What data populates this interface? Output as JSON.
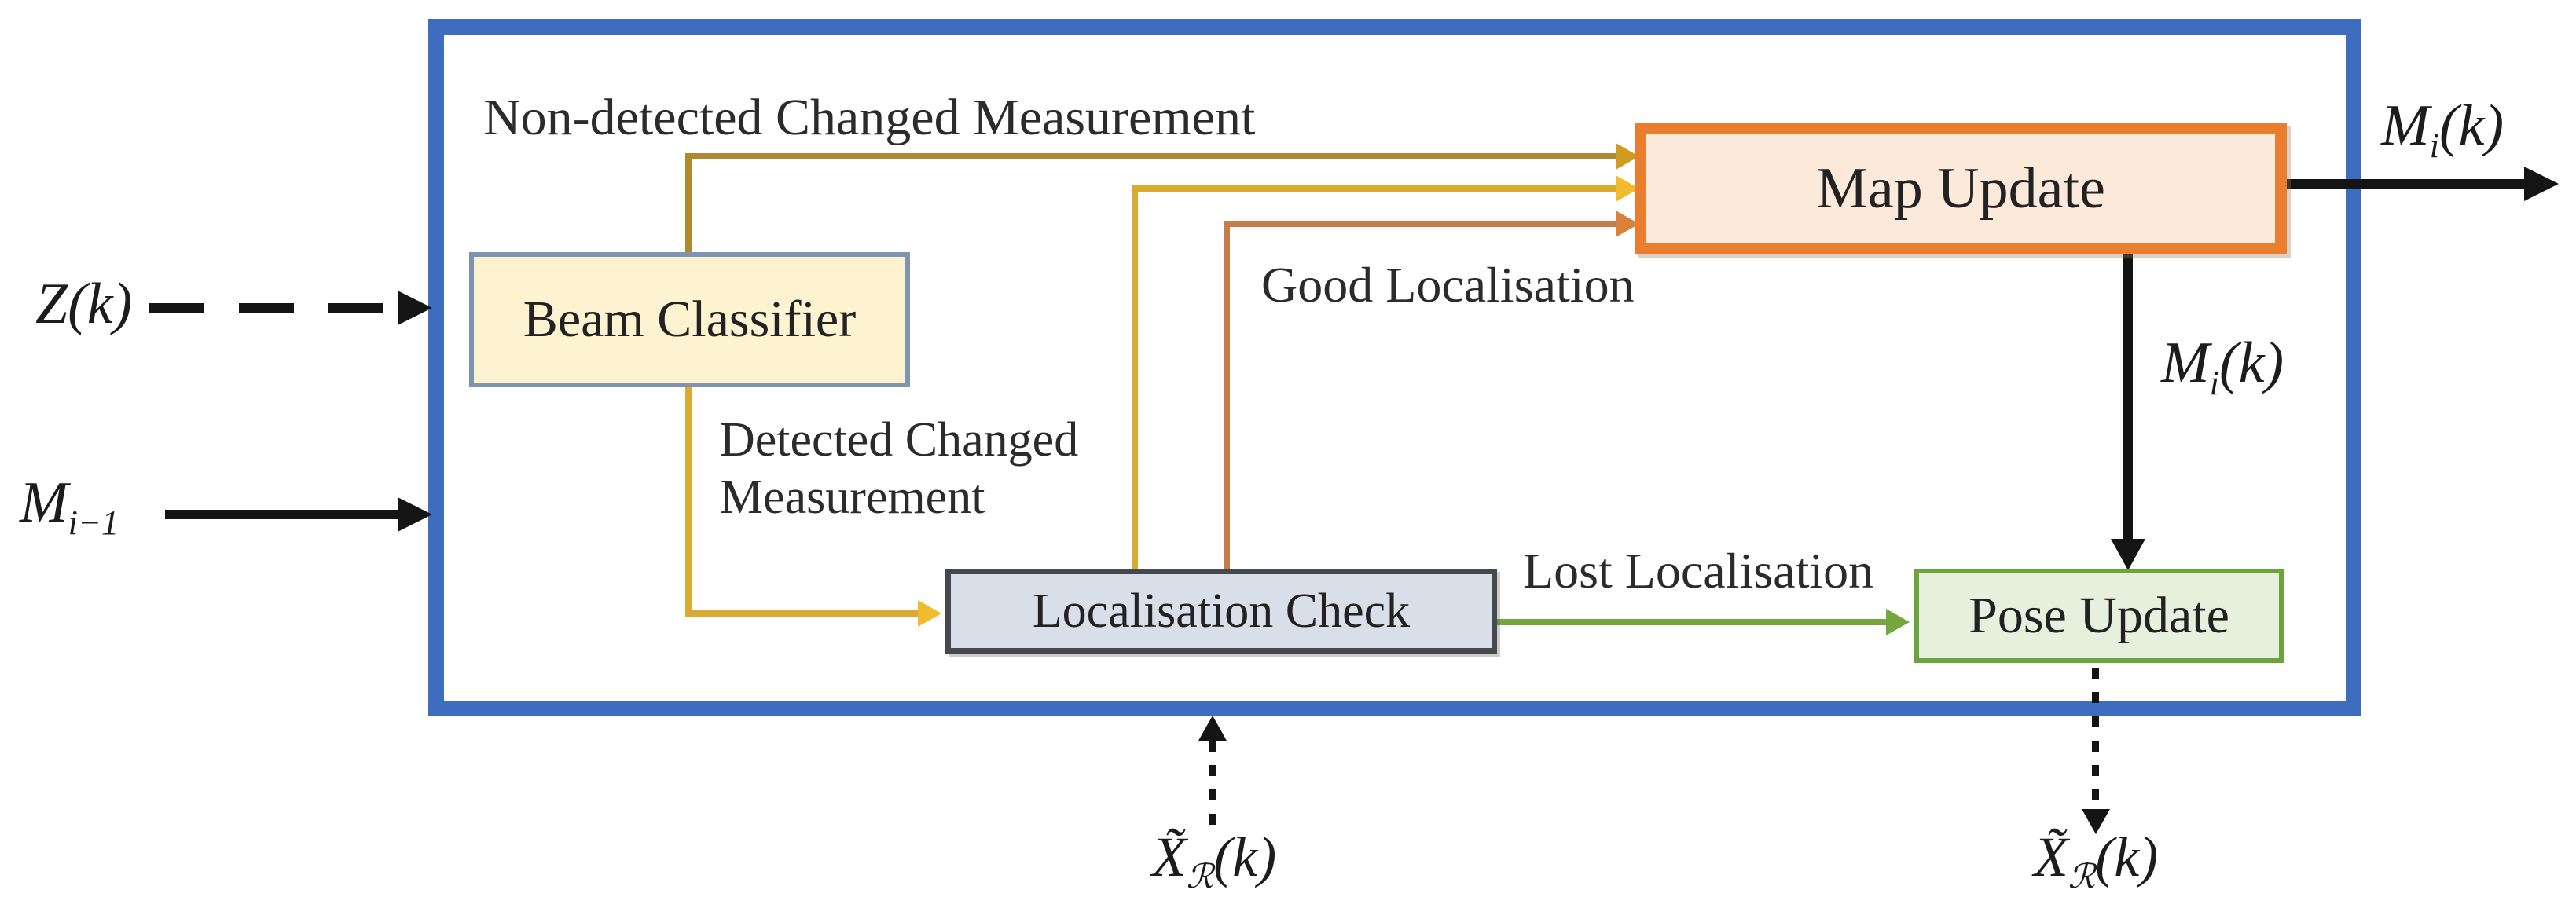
{
  "title": "Changed-environment localisation and map update flow diagram",
  "colors": {
    "outer_border": "#3e6dbf",
    "beam_fill": "#fdf3d1",
    "beam_border": "#7e94af",
    "map_fill": "#fbe9d9",
    "map_border": "#ea7d2e",
    "loc_fill": "#d9dfe9",
    "loc_border": "#45494d",
    "pose_fill": "#e7f0dc",
    "pose_border": "#6da33c",
    "olive_path": "#b08a2e",
    "gold_path": "#d9ab33",
    "orange_path": "#c57c49",
    "green_path": "#76a73f",
    "black_path": "#141414"
  },
  "boxes": {
    "beam_classifier": {
      "label": "Beam Classifier"
    },
    "map_update": {
      "label": "Map Update"
    },
    "localisation_check": {
      "label": "Localisation Check"
    },
    "pose_update": {
      "label": "Pose Update"
    }
  },
  "edge_labels": {
    "non_detected": "Non-detected Changed Measurement",
    "detected_line1": "Detected Changed",
    "detected_line2": "Measurement",
    "good": "Good Localisation",
    "lost": "Lost Localisation"
  },
  "io_labels": {
    "z_input": {
      "main": "Z",
      "rest": "(k)"
    },
    "m_prev_input": {
      "main": "M",
      "sub": "i−1"
    },
    "m_out": {
      "main": "M",
      "sub": "i",
      "rest": "(k)"
    },
    "m_mid": {
      "main": "M",
      "sub": "i",
      "rest": "(k)"
    },
    "x_loc": {
      "main": "X̃",
      "sub": "ℛ",
      "rest": "(k)"
    },
    "x_pose": {
      "main": "X̃",
      "sub": "ℛ",
      "rest": "(k)"
    }
  }
}
